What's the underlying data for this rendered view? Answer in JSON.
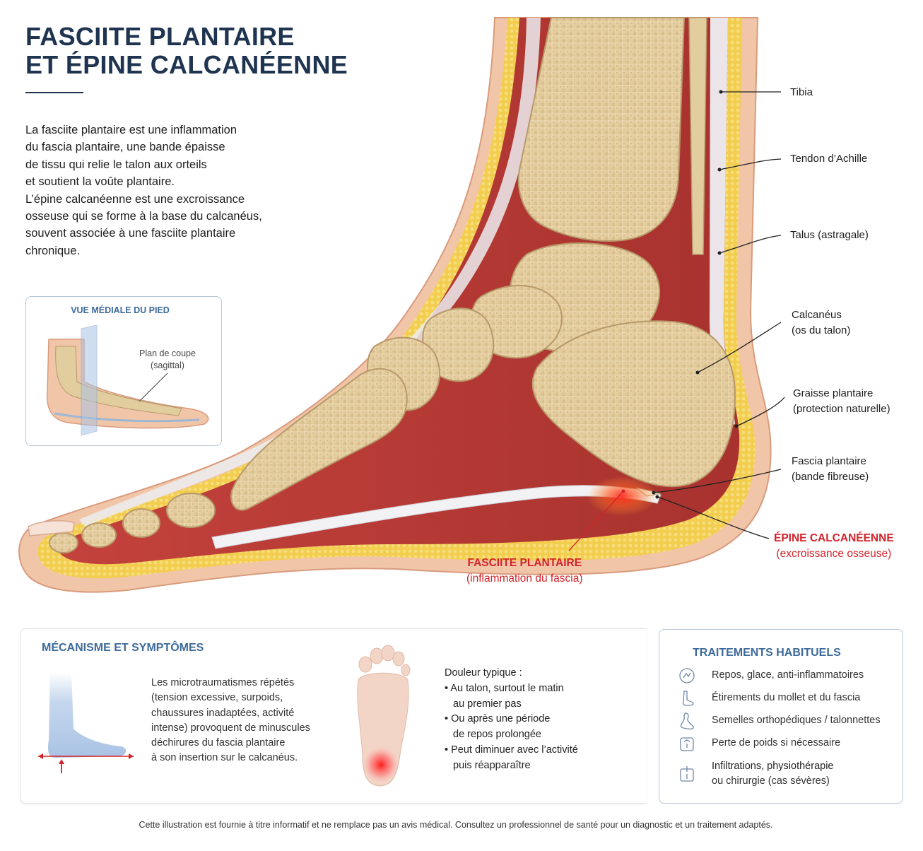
{
  "title": {
    "line1": "FASCIITE PLANTAIRE",
    "line2": "ET ÉPINE CALCANÉENNE"
  },
  "intro": [
    "La fasciite plantaire est une inflammation",
    "du fascia plantaire, une bande épaisse",
    "de tissu qui relie le talon aux orteils",
    "et soutient la voûte plantaire.",
    "L’épine calcanéenne est une excroissance",
    "osseuse qui se forme à la base du calcanéus,",
    "souvent associée à une fasciite plantaire",
    "chronique."
  ],
  "labels": {
    "tibia": "Tibia",
    "achilles": "Tendon d’Achille",
    "talus": "Talus (astragale)",
    "calcaneus": {
      "line1": "Calcanéus",
      "line2": "(os du talon)"
    },
    "fat": {
      "line1": "Graisse plantaire",
      "line2": "(protection naturelle)"
    },
    "fascia": {
      "line1": "Fascia plantaire",
      "line2": "(bande fibreuse)"
    },
    "spur": {
      "line1": "ÉPINE CALCANÉENNE",
      "line2": "(excroissance osseuse)"
    },
    "fasciitis": {
      "line1": "FASCIITE PLANTAIRE",
      "line2": "(inflammation du fascia)"
    }
  },
  "inset": {
    "title": "VUE MÉDIALE DU PIED",
    "plane_line1": "Plan de coupe",
    "plane_line2": "(sagittal)"
  },
  "mechanism": {
    "title": "MÉCANISME ET SYMPTÔMES",
    "text": [
      "Les microtraumatismes répétés",
      "(tension excessive, surpoids,",
      "chaussures inadaptées, activité",
      "intense) provoquent de minuscules",
      "déchirures du fascia plantaire",
      "à son insertion sur le calcanéus."
    ],
    "pain_title": "Douleur typique :",
    "pain": [
      "• Au talon, surtout le matin",
      "  au premier pas",
      "• Ou après une période",
      "  de repos prolongée",
      "• Peut diminuer avec l’activité",
      "  puis réapparaître"
    ]
  },
  "treatments": {
    "title": "TRAITEMENTS HABITUELS",
    "items": [
      {
        "icon": "ice-hand-icon",
        "line1": "Repos, glace, anti-inflammatoires",
        "line2": ""
      },
      {
        "icon": "stretch-foot-icon",
        "line1": "Étirements du mollet et du fascia",
        "line2": ""
      },
      {
        "icon": "insole-icon",
        "line1": "Semelles orthopédiques / talonnettes",
        "line2": ""
      },
      {
        "icon": "scale-icon",
        "line1": "Perte de poids si nécessaire",
        "line2": ""
      },
      {
        "icon": "injection-icon",
        "line1": "Infiltrations, physiothérapie",
        "line2": "ou chirurgie (cas sévères)"
      }
    ]
  },
  "disclaimer": "Cette illustration est fournie à titre informatif et ne remplace pas un avis médical. Consultez un professionnel de santé pour un diagnostic et un traitement adaptés.",
  "colors": {
    "navy": "#1f3450",
    "accent_blue": "#3d6a9a",
    "red": "#d3232a",
    "bone": "#e7d3a8",
    "muscle": "#c84b45",
    "fat": "#f0c94a",
    "skin": "#f1c6a8"
  }
}
